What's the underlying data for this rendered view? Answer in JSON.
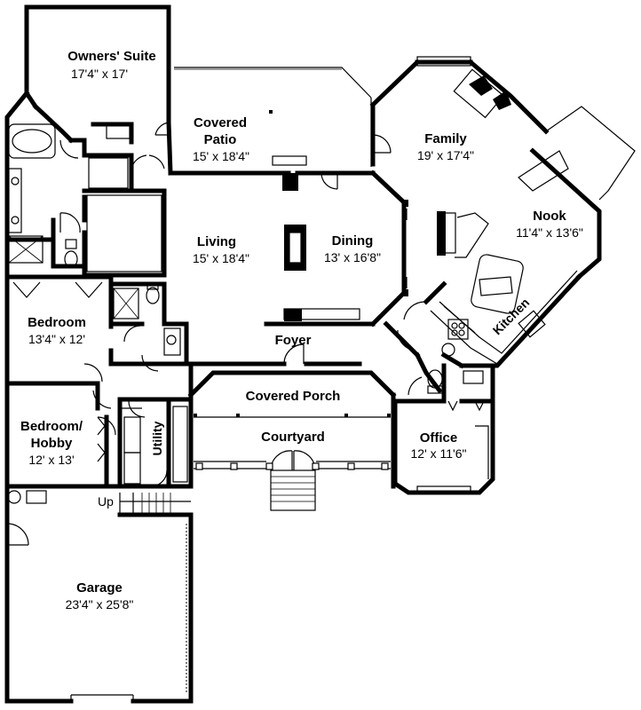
{
  "rooms": {
    "owners_suite": {
      "name": "Owners' Suite",
      "dims": "17'4\" x 17'"
    },
    "covered_patio": {
      "name_line1": "Covered",
      "name_line2": "Patio",
      "dims": "15' x 18'4\""
    },
    "family": {
      "name": "Family",
      "dims": "19' x 17'4\""
    },
    "nook": {
      "name": "Nook",
      "dims": "11'4\" x 13'6\""
    },
    "living": {
      "name": "Living",
      "dims": "15' x 18'4\""
    },
    "dining": {
      "name": "Dining",
      "dims": "13' x 16'8\""
    },
    "bedroom": {
      "name": "Bedroom",
      "dims": "13'4\" x 12'"
    },
    "foyer": {
      "name": "Foyer"
    },
    "kitchen": {
      "name": "Kitchen"
    },
    "covered_porch": {
      "name": "Covered Porch"
    },
    "bedroom_hobby": {
      "name_line1": "Bedroom/",
      "name_line2": "Hobby",
      "dims": "12' x 13'"
    },
    "utility": {
      "name": "Utility"
    },
    "courtyard": {
      "name": "Courtyard"
    },
    "office": {
      "name": "Office",
      "dims": "12' x 11'6\""
    },
    "garage": {
      "name": "Garage",
      "dims": "23'4\" x 25'8\""
    }
  },
  "stair_label": "Up"
}
